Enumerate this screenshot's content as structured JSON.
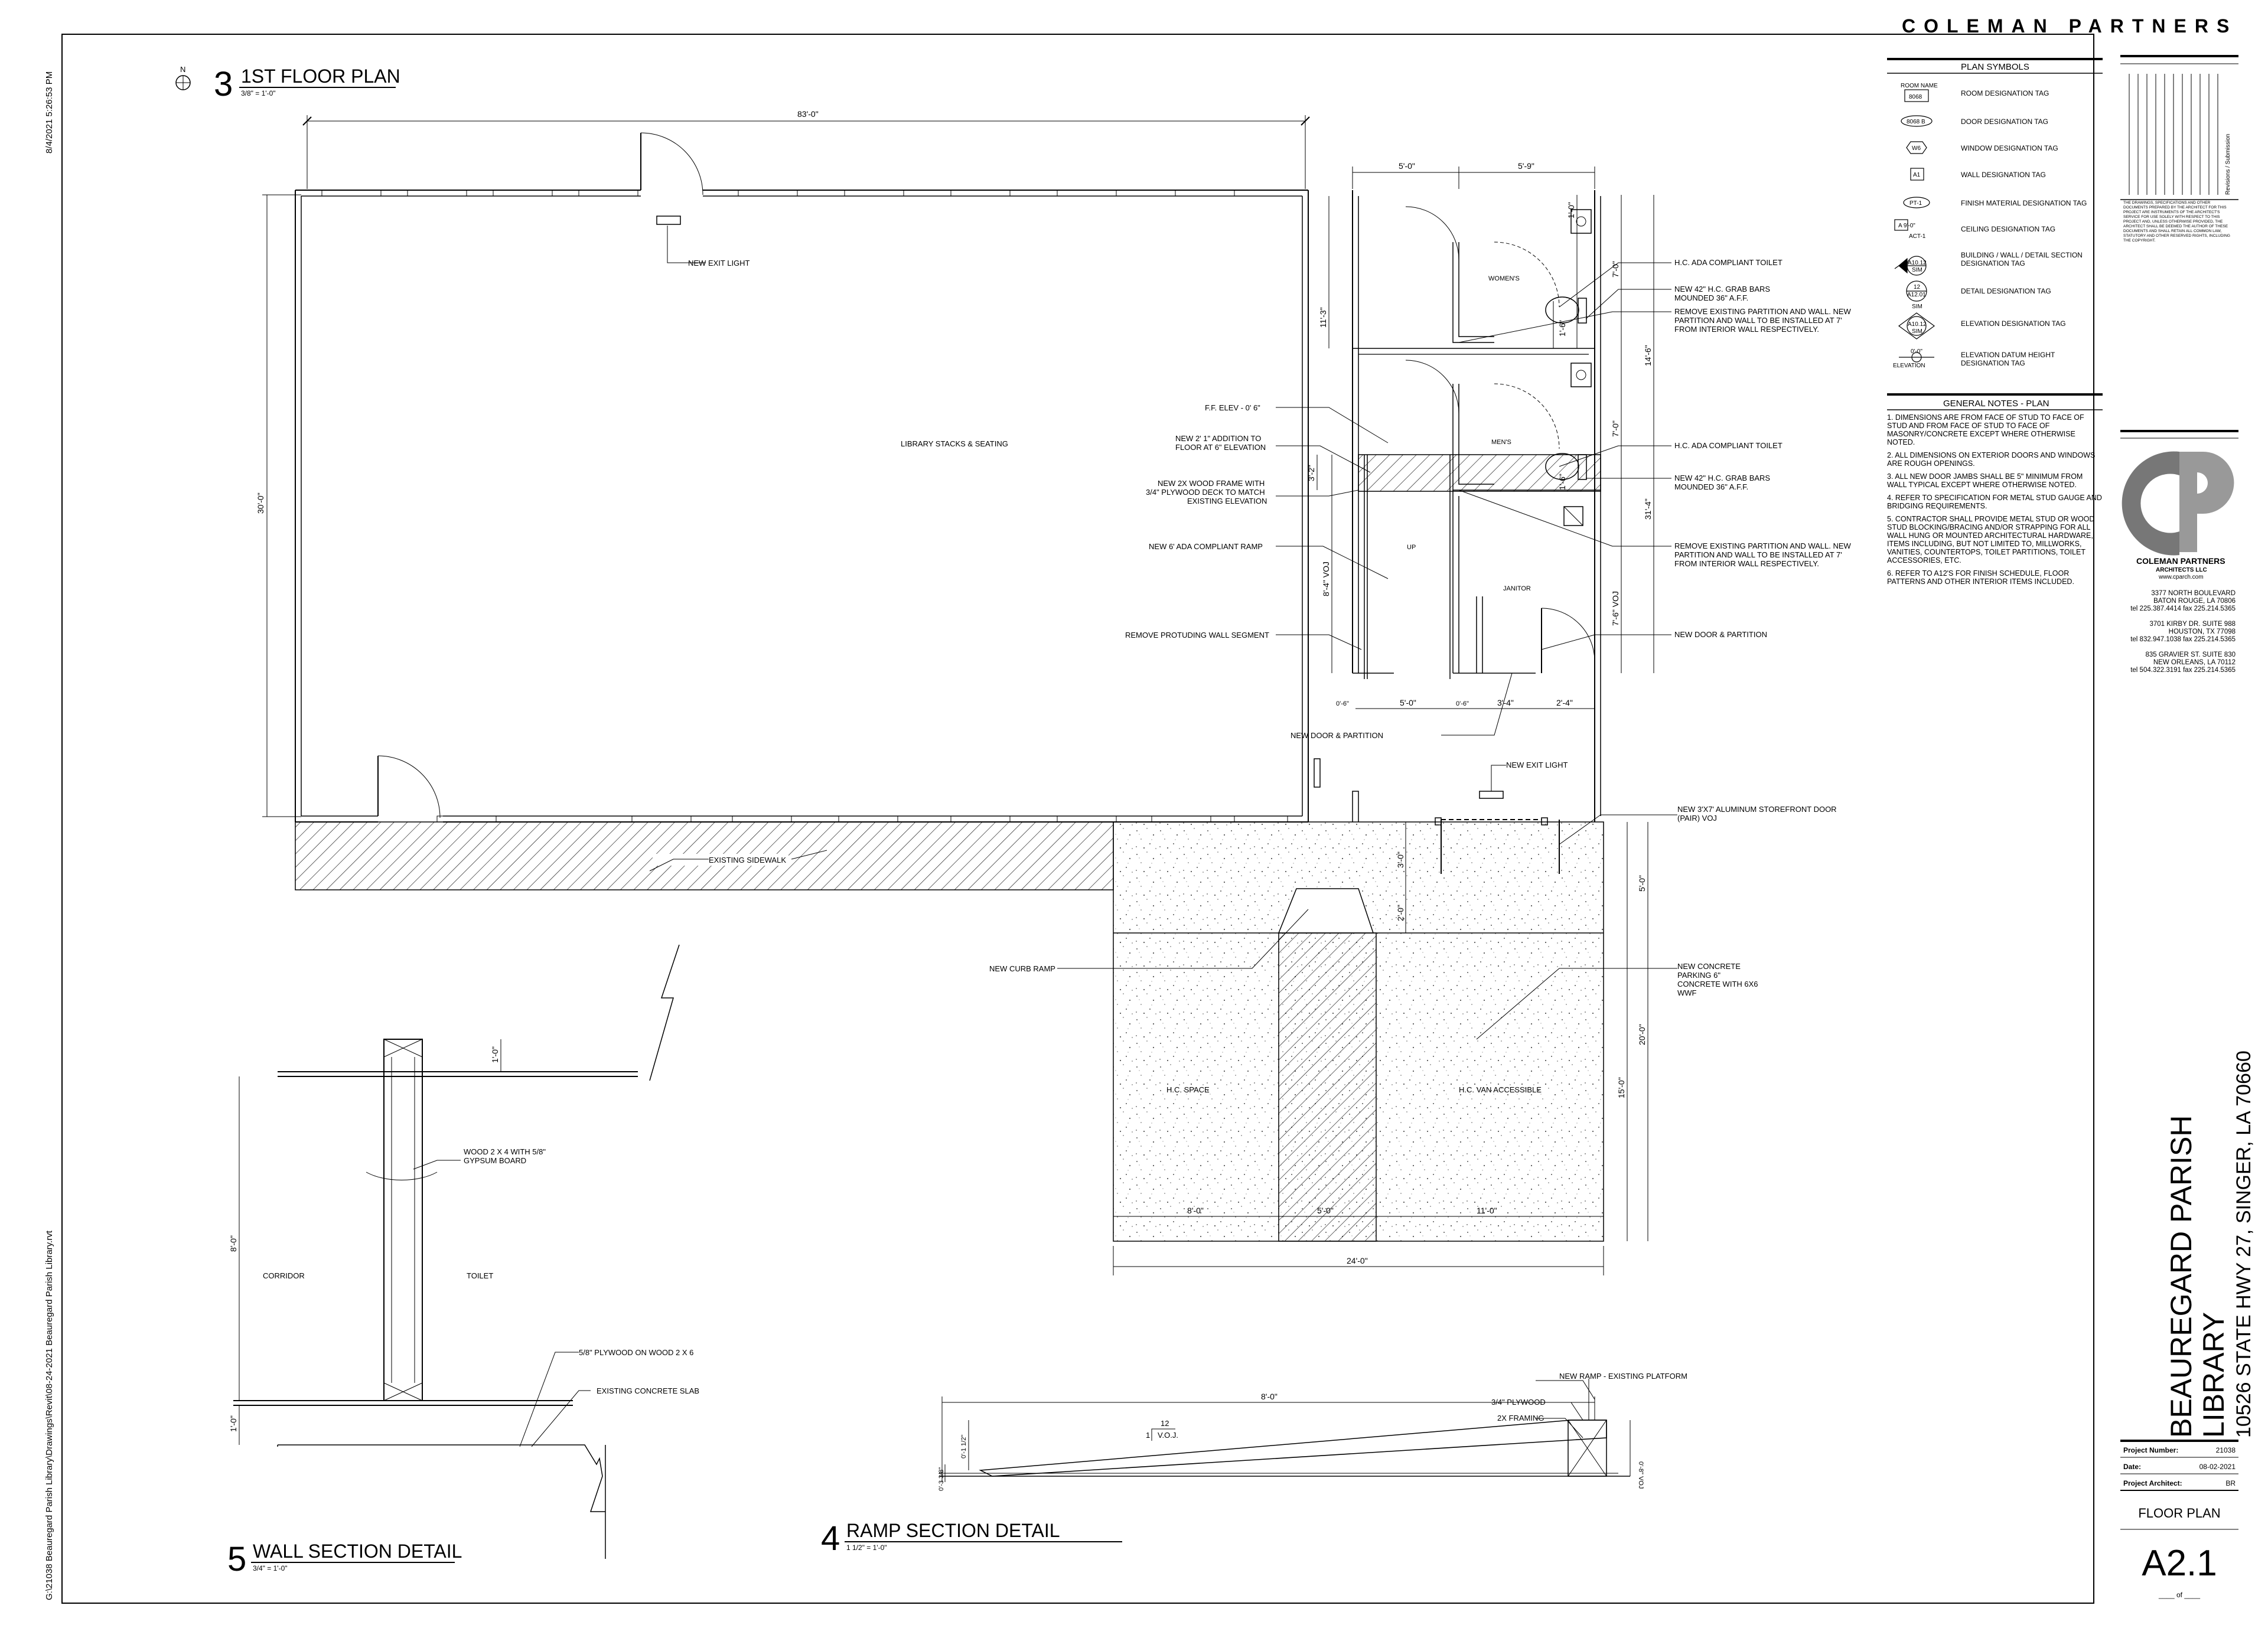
{
  "side_text": {
    "timestamp": "8/4/2021 5:26:53 PM",
    "file_path": "G:\\21038 Beauregard Parish Library\\Drawings\\Revit\\08-24-2021 Beauregard Parish Library.rvt"
  },
  "firm_header": "COLEMAN PARTNERS",
  "views": {
    "floor_plan": {
      "number": "3",
      "title": "1ST FLOOR PLAN",
      "scale": "3/8\" = 1'-0\""
    },
    "wall_section": {
      "number": "5",
      "title": "WALL SECTION DETAIL",
      "scale": "3/4\" = 1'-0\""
    },
    "ramp_section": {
      "number": "4",
      "title": "RAMP SECTION DETAIL",
      "scale": "1 1/2\" = 1'-0\""
    }
  },
  "north_arrow": "N",
  "dimensions": {
    "overall_width": "83'-0\"",
    "overall_depth": "30'-0\"",
    "restroom_w1": "5'-0\"",
    "restroom_w2": "5'-9\"",
    "women_depth": "11'-3\"",
    "upper_toilet_y": "7'-0\"",
    "upper_grab": "1'-6\"",
    "upper_clear": "1'-0\"",
    "lavatory_depth": "14'-6\"",
    "lower_toilet_y": "7'-0\"",
    "lower_grab": "1'-6\"",
    "right_total": "31'-4\"",
    "ramp_rise": "3'-2\"",
    "ramp_len": "8'-4\" VOJ",
    "janitor_len": "7'-6\" VOJ",
    "bot_a": "0'-6\"",
    "bot_b": "5'-0\"",
    "bot_c": "0'-6\"",
    "bot_d": "3'-4\"",
    "bot_e": "2'-4\"",
    "walk_depth": "3'-0\"",
    "curb_depth": "2'-0\"",
    "parking_top": "5'-0\"",
    "parking_depth": "20'-0\"",
    "parking_stall": "15'-0\"",
    "park_a": "8'-0\"",
    "park_b": "5'-0\"",
    "park_c": "11'-0\"",
    "parking_width": "24'-0\"",
    "wall_top": "1'-0\"",
    "wall_height": "8'-0\"",
    "wall_base": "1'-0\"",
    "ramp_length": "8'-0\"",
    "ramp_drop": "0'-1 1/2\"",
    "ramp_toe": "0'-3 3/8\"",
    "ramp_height": "0'-8\" VOJ",
    "slope_run": "12",
    "slope_rise": "1",
    "slope_note": "V.O.J."
  },
  "rooms": {
    "library": "LIBRARY STACKS & SEATING",
    "womens": "WOMEN'S",
    "mens": "MEN'S",
    "up": "UP",
    "janitor": "JANITOR",
    "hc_space": "H.C. SPACE",
    "hc_van": "H.C. VAN ACCESSIBLE",
    "corridor": "CORRIDOR",
    "toilet": "TOILET"
  },
  "notes": {
    "exit_light_top": "NEW EXIT LIGHT",
    "exit_light_bottom": "NEW EXIT LIGHT",
    "ff_elev": "F.F.  ELEV - 0' 6\"",
    "addition": [
      "NEW 2' 1\" ADDITION TO",
      "FLOOR AT 6\"  ELEVATION"
    ],
    "wood_frame": [
      "NEW 2X WOOD FRAME WITH",
      "3/4\" PLYWOOD DECK TO MATCH",
      "EXISTING ELEVATION"
    ],
    "ramp_6": "NEW 6' ADA COMPLIANT RAMP",
    "remove_wall": "REMOVE PROTUDING WALL SEGMENT",
    "new_door_partition_left": "NEW DOOR & PARTITION",
    "new_door_partition_right": "NEW DOOR & PARTITION",
    "sidewalk": "EXISTING SIDEWALK",
    "curb_ramp": "NEW CURB RAMP",
    "hc_toilet_1": "H.C. ADA COMPLIANT TOILET",
    "grab_1": [
      "NEW 42\" H.C. GRAB BARS",
      "MOUNDED 36\" A.F.F."
    ],
    "remove_partition_1": [
      "REMOVE EXISTING PARTITION AND WALL. NEW",
      "PARTITION AND WALL TO BE INSTALLED AT  7'",
      "FROM INTERIOR WALL RESPECTIVELY."
    ],
    "hc_toilet_2": "H.C. ADA COMPLIANT TOILET",
    "grab_2": [
      "NEW 42\" H.C. GRAB BARS",
      "MOUNDED 36\" A.F.F."
    ],
    "remove_partition_2": [
      "REMOVE EXISTING PARTITION AND WALL. NEW",
      "PARTITION AND WALL TO BE INSTALLED AT  7'",
      "FROM INTERIOR WALL RESPECTIVELY."
    ],
    "storefront": [
      "NEW 3'X7' ALUMINUM STOREFRONT DOOR",
      "(PAIR) VOJ"
    ],
    "parking": [
      "NEW CONCRETE",
      "PARKING 6\"",
      "CONCRETE WITH 6X6",
      "WWF"
    ],
    "wood_2x4": [
      "WOOD 2 X 4 WITH 5/8\"",
      "GYPSUM BOARD"
    ],
    "plywood_2x6": "5/8\" PLYWOOD ON WOOD 2 X 6",
    "slab": "EXISTING CONCRETE SLAB",
    "ramp_platform": "NEW RAMP - EXISTING PLATFORM",
    "plywood_34": "3/4\" PLYWOOD",
    "framing_2x": "2X FRAMING"
  },
  "plan_symbols": {
    "title": "PLAN SYMBOLS",
    "items": [
      {
        "glyph": "ROOM NAME",
        "glyph2": "8068",
        "label": "ROOM DESIGNATION TAG"
      },
      {
        "glyph": "8068 B",
        "label": "DOOR DESIGNATION TAG"
      },
      {
        "glyph": "W6",
        "label": "WINDOW DESIGNATION TAG"
      },
      {
        "glyph": "A1",
        "label": "WALL DESIGNATION TAG"
      },
      {
        "glyph": "PT-1",
        "label": "FINISH MATERIAL DESIGNATION TAG"
      },
      {
        "glyph": "A   9'-0\"",
        "glyph2": "ACT-1",
        "label": "CEILING DESIGNATION TAG"
      },
      {
        "glyph": "A10.12",
        "glyph2": "SIM",
        "label": "BUILDING / WALL / DETAIL SECTION DESIGNATION TAG"
      },
      {
        "glyph": "12",
        "glyph2": "A12.01",
        "glyph3": "SIM",
        "label": "DETAIL DESIGNATION TAG"
      },
      {
        "glyph": "A10.12",
        "glyph2": "SIM",
        "label": "ELEVATION DESIGNATION TAG"
      },
      {
        "glyph": "0'-0\"",
        "glyph2": "ELEVATION",
        "label": "ELEVATION DATUM HEIGHT DESIGNATION TAG"
      }
    ]
  },
  "general_notes": {
    "title": "GENERAL NOTES - PLAN",
    "items": [
      "1.  DIMENSIONS ARE FROM FACE OF STUD TO FACE OF STUD AND FROM FACE OF STUD TO FACE OF MASONRY/CONCRETE EXCEPT WHERE OTHERWISE NOTED.",
      "2.  ALL DIMENSIONS ON EXTERIOR DOORS AND WINDOWS ARE ROUGH OPENINGS.",
      "3.  ALL NEW DOOR JAMBS SHALL BE 5\" MINIMUM FROM WALL TYPICAL EXCEPT WHERE OTHERWISE NOTED.",
      "4.  REFER TO SPECIFICATION FOR METAL STUD GAUGE AND BRIDGING REQUIREMENTS.",
      "5.  CONTRACTOR SHALL PROVIDE METAL STUD OR WOOD STUD BLOCKING/BRACING AND/OR STRAPPING FOR ALL WALL HUNG OR MOUNTED ARCHITECTURAL HARDWARE, ITEMS INCLUDING, BUT NOT LIMITED TO, MILLWORKS, VANITIES, COUNTERTOPS, TOILET PARTITIONS, TOILET ACCESSORIES, ETC.",
      "6.  REFER TO A12'S FOR FINISH SCHEDULE, FLOOR PATTERNS AND OTHER INTERIOR ITEMS INCLUDED."
    ]
  },
  "revisions_label": "Revisions / Submission",
  "copyright_text": "THE DRAWINGS, SPECIFICATIONS AND OTHER DOCUMENTS PREPARED BY THE ARCHITECT FOR THIS PROJECT ARE INSTRUMENTS OF THE ARCHITECT'S SERVICE FOR USE SOLELY WITH RESPECT TO THIS PROJECT AND, UNLESS OTHERWISE PROVIDED, THE ARCHITECT SHALL BE DEEMED THE AUTHOR OF THESE DOCUMENTS AND SHALL RETAIN ALL COMMON LAW, STATUTORY AND OTHER RESERVED RIGHTS, INCLUDING THE COPYRIGHT.",
  "firm_block": {
    "name": "COLEMAN PARTNERS",
    "sub": "ARCHITECTS LLC",
    "web": "www.cparch.com",
    "offices": [
      [
        "3377 NORTH BOULEVARD",
        "BATON ROUGE, LA 70806",
        "tel 225.387.4414   fax 225.214.5365"
      ],
      [
        "3701 KIRBY DR. SUITE 988",
        "HOUSTON, TX 77098",
        "tel 832.947.1038   fax 225.214.5365"
      ],
      [
        "835 GRAVIER ST. SUITE 830",
        "NEW ORLEANS, LA 70112",
        "tel 504.322.3191   fax 225.214.5365"
      ]
    ]
  },
  "project": {
    "name_line1": "BEAUREGARD PARISH",
    "name_line2": "LIBRARY",
    "address": "10526 STATE HWY 27, SINGER, LA 70660",
    "fields": [
      {
        "label": "Project Number:",
        "value": "21038"
      },
      {
        "label": "Date:",
        "value": "08-02-2021"
      },
      {
        "label": "Project Architect:",
        "value": "BR"
      }
    ],
    "sheet_title": "FLOOR PLAN",
    "sheet_number": "A2.1",
    "sheet_of": "____ of ____"
  }
}
